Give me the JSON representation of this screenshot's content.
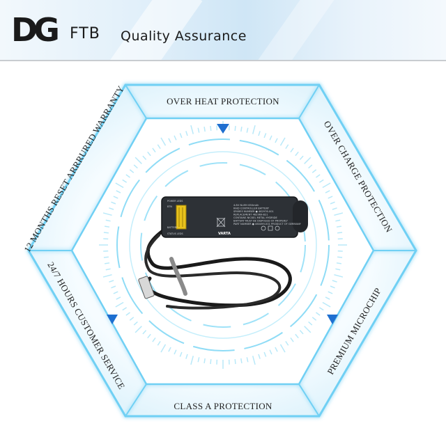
{
  "brand": {
    "logo_mark": "DG",
    "logo_sub": "FTB",
    "tagline": "Quality Assurance"
  },
  "features": {
    "top": "OVER HEAT PROTECTION",
    "top_right": "OVER CHARGE PROTECTION",
    "bottom_right": "PREMIUM MICROCHIP",
    "bottom": "CLASS A PROTECTION",
    "bottom_left": "24/7 HOURS CUSTOMER SERVICE",
    "top_left": "12 MONTHS RESET ARRRURED WARRANTY"
  },
  "product": {
    "brand_label": "VARTA",
    "label_lines": [
      "4.8V Ni-MH 650mAh",
      "RAID CONTROLLER BATTERY",
      "SPARES NUMBER ● 462976-001",
      "REPLACEMENT 462969-B21",
      "CONTAINS NICKEL METAL HYDRIDE",
      "BATTERY MUST BE DISPOSED OF PROPERLY",
      "PART NUMBER ● 460499-001  PRODUCT OF GERMANY"
    ],
    "side_labels": [
      "POWER LEDS",
      "BTN",
      "BATTERY",
      "STATUS LEDS"
    ]
  },
  "colors": {
    "accent": "#1e6fd0",
    "hex_glow": "#5cc8f0",
    "hex_fill": "#eaf7fd"
  }
}
